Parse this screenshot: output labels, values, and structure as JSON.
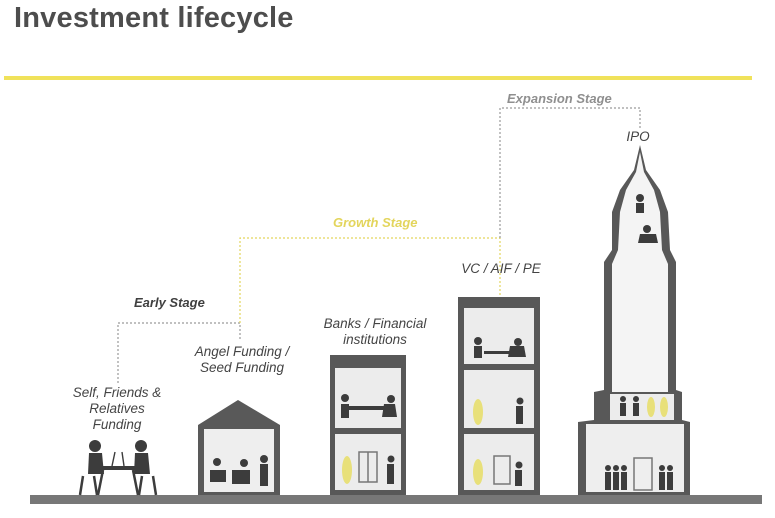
{
  "header": {
    "title": "Investment lifecycle"
  },
  "stages": {
    "early": "Early Stage",
    "growth": "Growth Stage",
    "expansion": "Expansion Stage"
  },
  "funding_sources": {
    "self": "Self, Friends & Relatives Funding",
    "angel": "Angel Funding / Seed Funding",
    "banks": "Banks / Financial institutions",
    "vc": "VC / AIF / PE",
    "ipo": "IPO"
  },
  "colors": {
    "accent_yellow": "#f0e25a",
    "building_dark": "#555555",
    "building_light": "#ececec",
    "figure_yellow": "#e8e07a"
  },
  "icons": [
    "meeting-table-icon",
    "house-icon",
    "bank-building-icon",
    "office-tower-icon",
    "skyscraper-icon"
  ]
}
